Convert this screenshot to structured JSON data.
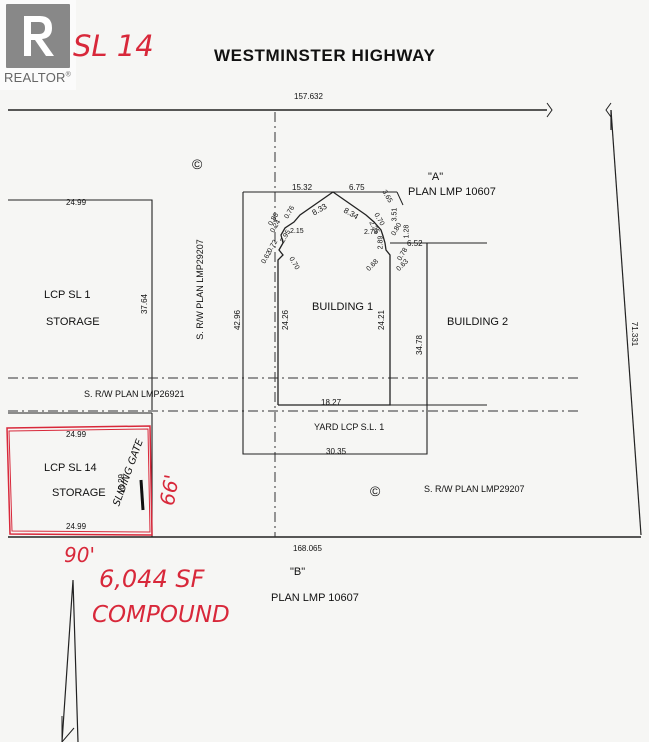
{
  "brand": {
    "name": "REALTOR",
    "registered": "®"
  },
  "map": {
    "title": "WESTMINSTER HIGHWAY",
    "parcel_a": {
      "letter": "\"A\"",
      "plan": "PLAN LMP 10607"
    },
    "parcel_b": {
      "letter": "\"B\"",
      "plan": "PLAN LMP 10607"
    },
    "lots": [
      {
        "name": "LCP SL 1",
        "use": "STORAGE"
      },
      {
        "name": "LCP SL 14",
        "use": "STORAGE"
      }
    ],
    "buildings": [
      "BUILDING 1",
      "BUILDING 2"
    ],
    "yard": "YARD LCP S.L. 1",
    "right_of_ways": [
      "S. R/W PLAN LMP26921",
      "S. R/W PLAN LMP29207",
      "S. R/W PLAN LMP29207"
    ],
    "copyright_symbol": "©",
    "dimensions": {
      "top": "157.632",
      "bottom": "168.065",
      "right": "71.331",
      "sl1_top": "24.99",
      "sl1_side": "37.64",
      "sl14_top": "24.99",
      "sl14_bottom": "24.99",
      "sl14_side": "18.29",
      "b1_top_left": "15.32",
      "b1_top_right": "6.75",
      "b1_left": "42.96",
      "b1_inner_left": "24.26",
      "b1_inner_right": "24.21",
      "b1_bottom": "18.27",
      "b1_roof_left": "8.33",
      "b1_roof_right": "8.34",
      "b1_right_outer": "34.78",
      "b1_notch_right": "6.52",
      "yard_bottom": "30.35",
      "notch": [
        "0.76",
        "0.85",
        "0.24",
        "2.15",
        "0.72",
        "2.95",
        "0.62",
        "0.70",
        "3.65",
        "0.70",
        "3.51",
        "2.25",
        "0.80",
        "1.28",
        "2.78",
        "2.89",
        "0.78",
        "0.68",
        "0.63"
      ]
    },
    "annotations": {
      "label": "SL 14",
      "gate": "SLIDING GATE",
      "width": "90'",
      "depth": "66'",
      "area": "6,044 SF",
      "type": "COMPOUND"
    }
  }
}
